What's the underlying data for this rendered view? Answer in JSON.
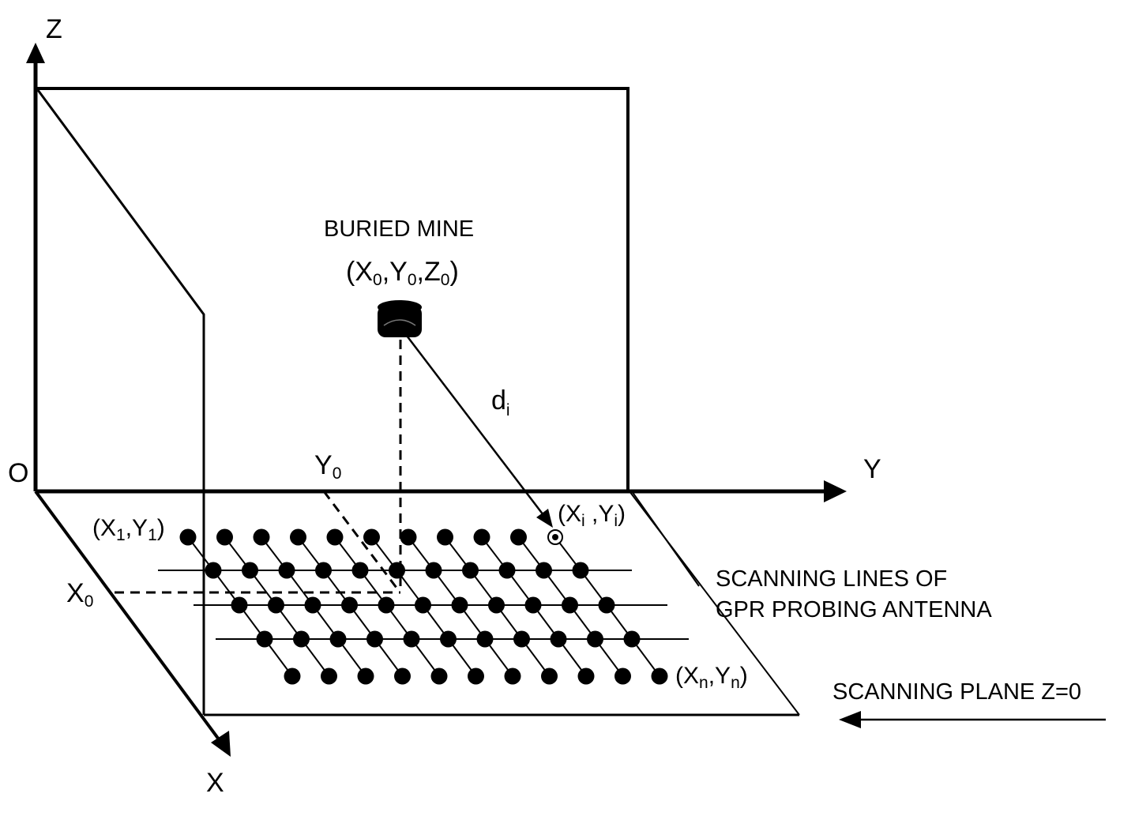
{
  "colors": {
    "ink": "#000000",
    "background": "#ffffff"
  },
  "axes": {
    "z_label": "Z",
    "y_label": "Y",
    "x_label": "X",
    "origin_label": "O"
  },
  "mine": {
    "title": "BURIED MINE",
    "coord": {
      "open": "(",
      "x": "X",
      "x_sub": "0",
      "sep1": ",",
      "y": "Y",
      "y_sub": "0",
      "sep2": ",",
      "z": "Z",
      "z_sub": "0",
      "close": ")"
    }
  },
  "distance": {
    "label": "d",
    "sub": "i"
  },
  "projections": {
    "y0": {
      "label": "Y",
      "sub": "0"
    },
    "x0": {
      "label": "X",
      "sub": "0"
    }
  },
  "points": {
    "first": {
      "open": "(",
      "x": "X",
      "x_sub": "1",
      "sep": ",",
      "y": "Y",
      "y_sub": "1",
      "close": ")"
    },
    "current": {
      "open": "(",
      "x": "X",
      "x_sub": "i",
      "sep": " ,",
      "y": "Y",
      "y_sub": "i",
      "close": ")"
    },
    "last": {
      "open": "(",
      "x": "X",
      "x_sub": "n",
      "sep": ",",
      "y": "Y",
      "y_sub": "n",
      "close": ")"
    }
  },
  "annotations": {
    "scanning_lines": [
      "SCANNING LINES  OF",
      "GPR PROBING ANTENNA"
    ],
    "scanning_plane": "SCANNING PLANE Z=0"
  },
  "grid": {
    "rows": 5,
    "dots_per_row": 11,
    "highlighted": {
      "row": 0,
      "index": 10
    }
  }
}
